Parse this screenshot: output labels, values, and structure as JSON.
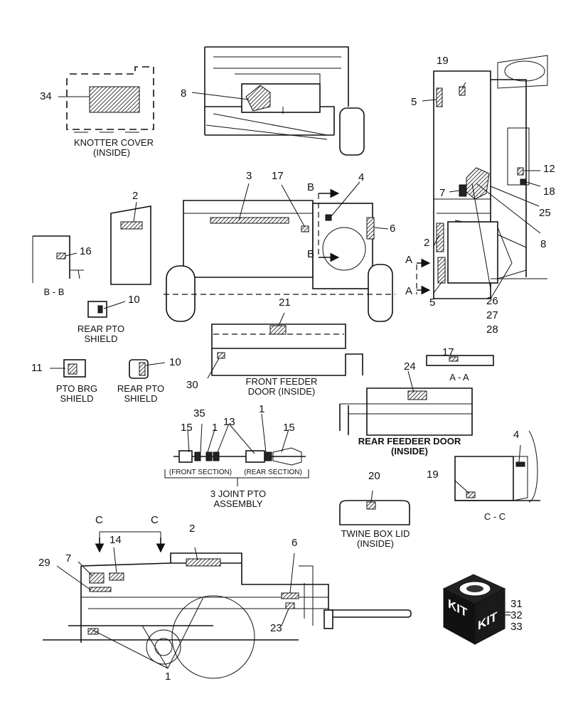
{
  "captions": {
    "knotter_cover": [
      "KNOTTER COVER",
      "(INSIDE)"
    ],
    "bb": "B - B",
    "rear_pto_shield_1": [
      "REAR PTO",
      "SHIELD"
    ],
    "pto_brg_shield": [
      "PTO BRG",
      "SHIELD"
    ],
    "rear_pto_shield_2": [
      "REAR PTO",
      "SHIELD"
    ],
    "front_feeder_door": [
      "FRONT FEEDER",
      "DOOR (INSIDE)"
    ],
    "aa": "A - A",
    "rear_feeder_door": [
      "REAR FEEDEER DOOR",
      "(INSIDE)"
    ],
    "front_section": "(FRONT SECTION)",
    "rear_section": "(REAR SECTION)",
    "pto_assembly": [
      "3 JOINT PTO",
      "ASSEMBLY"
    ],
    "twine_box_lid": [
      "TWINE BOX LID",
      "(INSIDE)"
    ],
    "cc": "C - C",
    "kit_text": "KIT",
    "kit_eq": "="
  },
  "section_markers": {
    "b": "B",
    "a": "A",
    "c": "C"
  },
  "callouts": {
    "n34": "34",
    "n8a": "8",
    "n19a": "19",
    "n5a": "5",
    "n3": "3",
    "n17a": "17",
    "n4a": "4",
    "n12": "12",
    "n18": "18",
    "n2a": "2",
    "n6a": "6",
    "n7a": "7",
    "n25": "25",
    "n16": "16",
    "n2b": "2",
    "n8b": "8",
    "n26": "26",
    "n27": "27",
    "n28": "28",
    "n5b": "5",
    "n10a": "10",
    "n21": "21",
    "n17b": "17",
    "n11": "11",
    "n10b": "10",
    "n30": "30",
    "n24": "24",
    "n35": "35",
    "n1a": "1",
    "n13": "13",
    "n1b": "1",
    "n15a": "15",
    "n15b": "15",
    "n4b": "4",
    "n19b": "19",
    "n20": "20",
    "n2c": "2",
    "n14": "14",
    "n7b": "7",
    "n29": "29",
    "n6b": "6",
    "n23": "23",
    "n1c": "1",
    "n31": "31",
    "n32": "32",
    "n33": "33"
  }
}
